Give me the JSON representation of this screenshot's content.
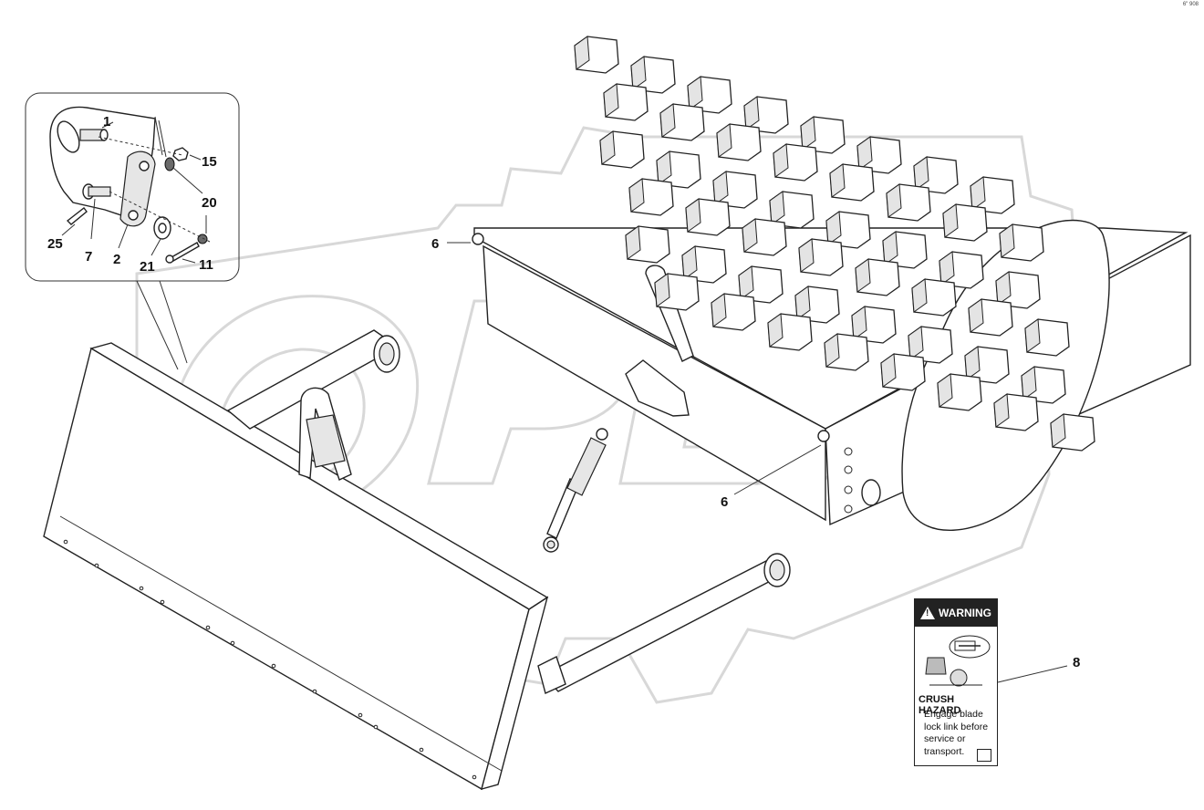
{
  "callouts": {
    "c1": "1",
    "c15": "15",
    "c20": "20",
    "c25": "25",
    "c7": "7",
    "c2": "2",
    "c21": "21",
    "c11": "11",
    "c6_top": "6",
    "c6_bottom": "6",
    "c8": "8"
  },
  "warning_label": {
    "header": "WARNING",
    "title": "CRUSH HAZARD",
    "text": "Engage blade\nlock link before\nservice or\ntransport."
  },
  "corner_mark": "6\" 908",
  "watermark": {
    "icon": "opex-gear-watermark"
  }
}
